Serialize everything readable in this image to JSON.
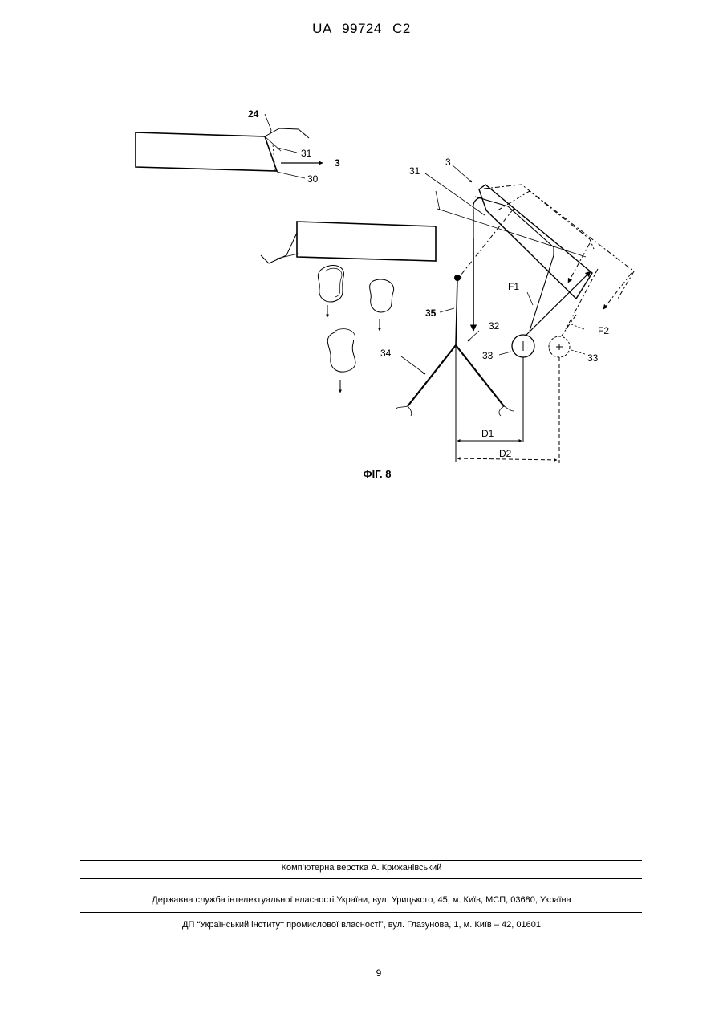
{
  "header": {
    "patent_number": "UA   99724   C2"
  },
  "figure": {
    "caption": "ФІГ. 8",
    "labels": {
      "l24": "24",
      "l31a": "31",
      "l3a": "3",
      "l30": "30",
      "l31b": "31",
      "l3b": "3",
      "lF1": "F1",
      "l35": "35",
      "l32": "32",
      "l33": "33",
      "lF2": "F2",
      "l34": "34",
      "l33p": "33'",
      "lD1": "D1",
      "lD2": "D2"
    }
  },
  "footer": {
    "composer": "Комп’ютерна верстка А. Крижанівський",
    "office": "Державна служба інтелектуальної власності України, вул. Урицького, 45, м. Київ, МСП, 03680, Україна",
    "institute": "ДП “Український інститут промислової власності”, вул. Глазунова, 1, м. Київ – 42, 01601"
  },
  "page_number": "9"
}
